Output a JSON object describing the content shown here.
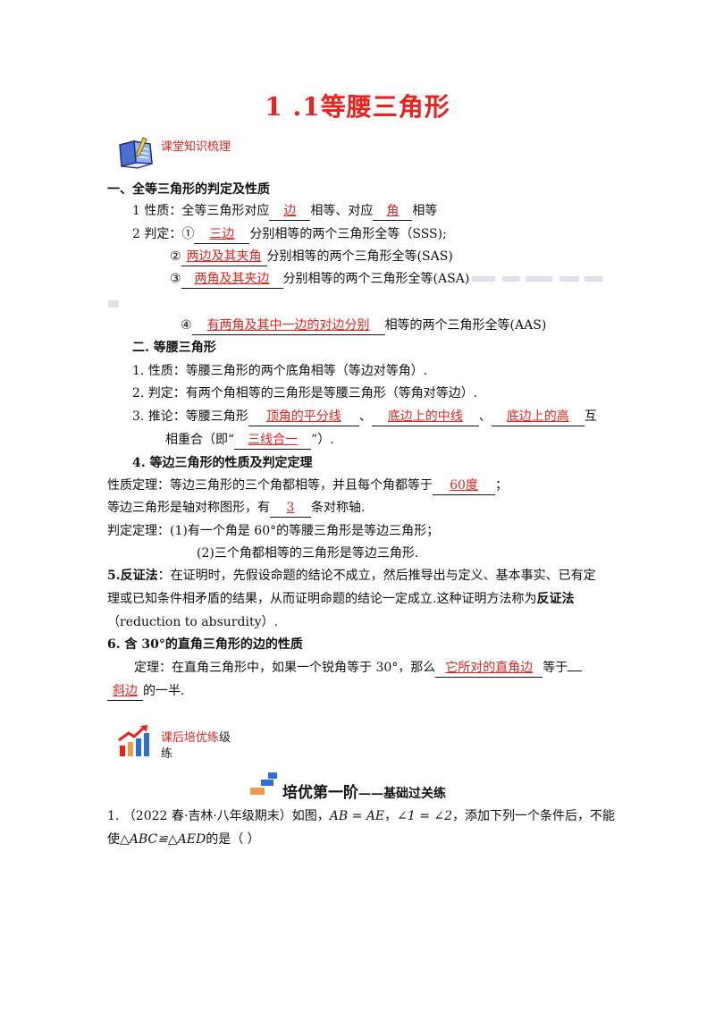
{
  "title": "1 .1等腰三角形",
  "sections": {
    "knowledge_label": "课堂知识梳理",
    "practice_label_red": "课后培优练",
    "practice_label_black1": "级",
    "practice_label_black2": "练"
  },
  "part1": {
    "heading": "一、全等三角形的判定及性质",
    "p1_a": "1 性质：全等三角形对应",
    "p1_b1": "边",
    "p1_c": "相等、对应",
    "p1_b2": "角",
    "p1_d": "相等",
    "p2_a": "2 判定：①",
    "p2_b": "三边",
    "p2_c": "分别相等的两个三角形全等（SSS);",
    "p3_a": "②",
    "p3_b": "两边及其夹角",
    "p3_c": "分别相等的两个三角形全等(SAS)",
    "p4_a": "③",
    "p4_b": "两角及其夹边",
    "p4_c": "分别相等的两个三角形全等(ASA)",
    "p5_a": "④",
    "p5_b": "有两角及其中一边的对边分别",
    "p5_c": "相等的两个三角形全等(AAS)"
  },
  "part2": {
    "heading": "二. 等腰三角形",
    "l1": "1.  性质：等腰三角形的两个底角相等（等边对等角）.",
    "l2": "2.  判定：有两个角相等的三角形是等腰三角形（等角对等边）.",
    "l3_a": "3.  推论：等腰三角形",
    "l3_b1": "顶角的平分线",
    "l3_sep1": "、",
    "l3_b2": "底边上的中线",
    "l3_sep2": "、",
    "l3_b3": "底边上的高",
    "l3_c": "互",
    "l4_a": "相重合（即“",
    "l4_b": "三线合一",
    "l4_c": "”）."
  },
  "part4": {
    "heading": "4.  等边三角形的性质及判定定理",
    "l1_a": "性质定理：等边三角形的三个角都相等，并且每个角都等于",
    "l1_b": "60度",
    "l1_c": "；",
    "l2_a": "等边三角形是轴对称图形，有",
    "l2_b": "3",
    "l2_c": "条对称轴.",
    "l3": "判定定理：(1)有一个角是 60°的等腰三角形是等边三角形；",
    "l4": "(2)三个角都相等的三角形是等边三角形."
  },
  "part5": {
    "heading": "5.反证法",
    "l1": "：在证明时，先假设命题的结论不成立，然后推导出与定义、基本事实、已有定",
    "l2_a": "理或已知条件相矛盾的结果，从而证明命题的结论一定成立.这种证明方法称为",
    "l2_b": "反证法",
    "l3": "（reduction to absurdity）."
  },
  "part6": {
    "heading": "6.  含 30°的直角三角形的边的性质",
    "l1_a": "定理：在直角三角形中，如果一个锐角等于 30°，那么",
    "l1_b": "它所对的直角边",
    "l1_c": "等于",
    "l2_a": "斜边",
    "l2_b": "的一半."
  },
  "stage": {
    "title_a": "培优第一阶",
    "title_b": "——基础过关练"
  },
  "question1": {
    "l1_a": "1.  （2022 春·吉林·八年级期末）如图，",
    "l1_m1": "AB = AE",
    "l1_m2": "∠1 = ∠2",
    "l1_b": "，添加下列一个条件后，不能",
    "l2_a": "使",
    "l2_m": "△ABC≌△AED",
    "l2_b": "的是（    ）"
  },
  "colors": {
    "accent": "#e8231e"
  }
}
